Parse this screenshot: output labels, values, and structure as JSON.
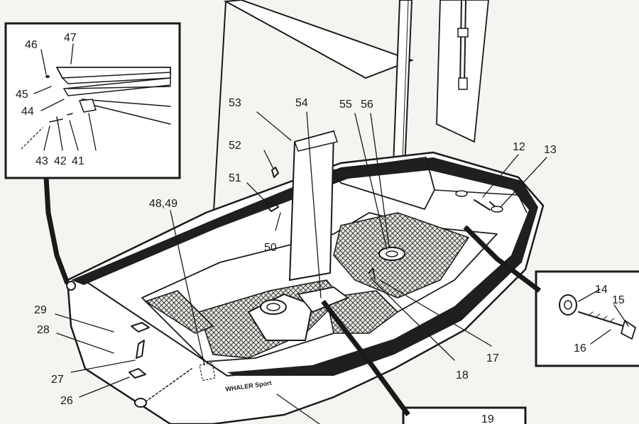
{
  "callouts": {
    "n12": "12",
    "n13": "13",
    "n14": "14",
    "n15": "15",
    "n16": "16",
    "n17": "17",
    "n18": "18",
    "n19": "19",
    "n26": "26",
    "n27": "27",
    "n28": "28",
    "n29": "29",
    "n41": "41",
    "n42": "42",
    "n43": "43",
    "n44": "44",
    "n45": "45",
    "n46": "46",
    "n47": "47",
    "n4849": "48,49",
    "n50": "50",
    "n51": "51",
    "n52": "52",
    "n53": "53",
    "n54": "54",
    "n55": "55",
    "n56": "56"
  },
  "hull_brand": "WHALER Sport"
}
